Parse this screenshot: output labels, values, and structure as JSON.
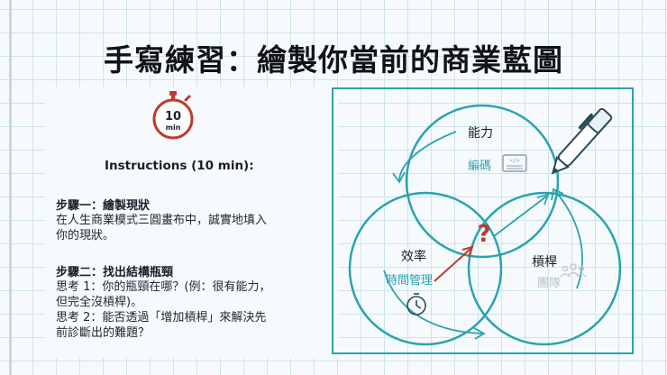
{
  "title": "手寫練習：繪製你當前的商業藍圖",
  "timer": {
    "label": "10",
    "unit": "min"
  },
  "instructions_title": "Instructions (10 min):",
  "step1": {
    "heading": "步驟一：繪製現狀",
    "lines": [
      "在人生商業模式三圓畫布中，誠實地填入",
      "你的現狀。"
    ]
  },
  "step2": {
    "heading": "步驟二：找出結構瓶頸",
    "lines": [
      "思考 1：你的瓶頸在哪？(例：很有能力，",
      "但完全沒槓桿)。",
      "思考 2：能否透過「增加槓桿」來解決先",
      "前診斷出的難題？"
    ]
  },
  "diagram": {
    "circles": {
      "top": {
        "label": "能力",
        "sublabel": "編碼",
        "icon": "keyboard-icon"
      },
      "left": {
        "label": "效率",
        "sublabel": "時間管理",
        "icon": "clock-icon"
      },
      "right": {
        "label": "槓桿",
        "sublabel": "團隊",
        "icon": "people-icon"
      }
    },
    "center": "?",
    "pen_icon": "pen-icon",
    "colors": {
      "teal": "#2aa3b0",
      "red": "#c0392b"
    }
  }
}
